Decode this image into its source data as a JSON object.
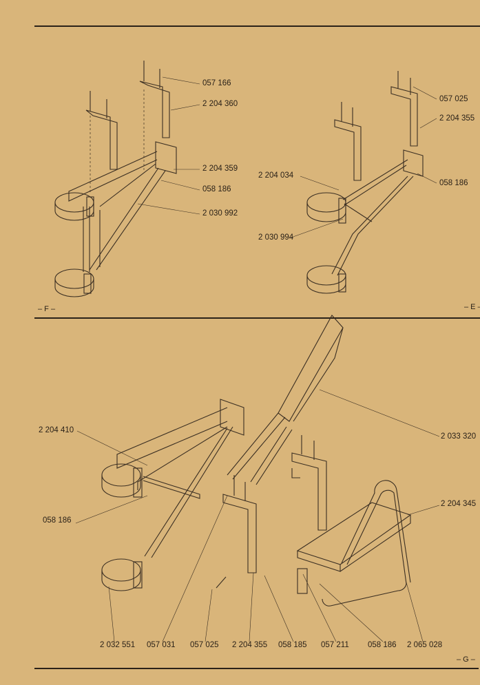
{
  "sections": {
    "f": {
      "tag": "– F –",
      "parts": [
        "057 166",
        "2 204 360",
        "2 204 359",
        "058 186",
        "2 030 992"
      ]
    },
    "e": {
      "tag": "– E –",
      "parts": [
        "057 025",
        "2 204 355",
        "2 204 034",
        "058 186",
        "2 030 994"
      ]
    },
    "g": {
      "tag": "– G –",
      "side_parts": [
        "2 204 410",
        "058 186",
        "2 033 320",
        "2 204 345"
      ],
      "bottom_parts": [
        "2 032 551",
        "057 031",
        "057 025",
        "2 204 355",
        "058 185",
        "057 211",
        "058 186",
        "2 065 028"
      ]
    }
  }
}
